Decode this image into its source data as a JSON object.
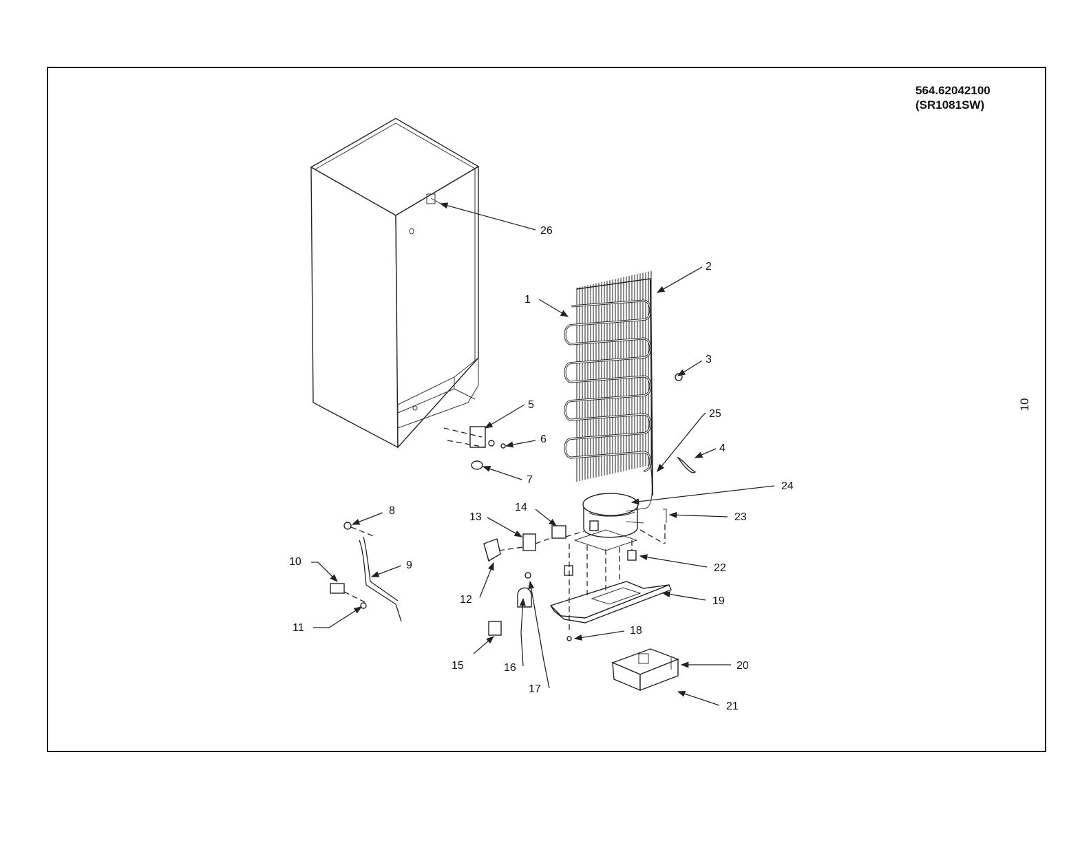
{
  "model": {
    "number": "564.62042100",
    "code": "(SR1081SW)"
  },
  "page_number": "10",
  "callouts": [
    "1",
    "2",
    "3",
    "4",
    "5",
    "6",
    "7",
    "8",
    "9",
    "10",
    "11",
    "12",
    "13",
    "14",
    "15",
    "16",
    "17",
    "18",
    "19",
    "20",
    "21",
    "22",
    "23",
    "24",
    "25",
    "26"
  ]
}
